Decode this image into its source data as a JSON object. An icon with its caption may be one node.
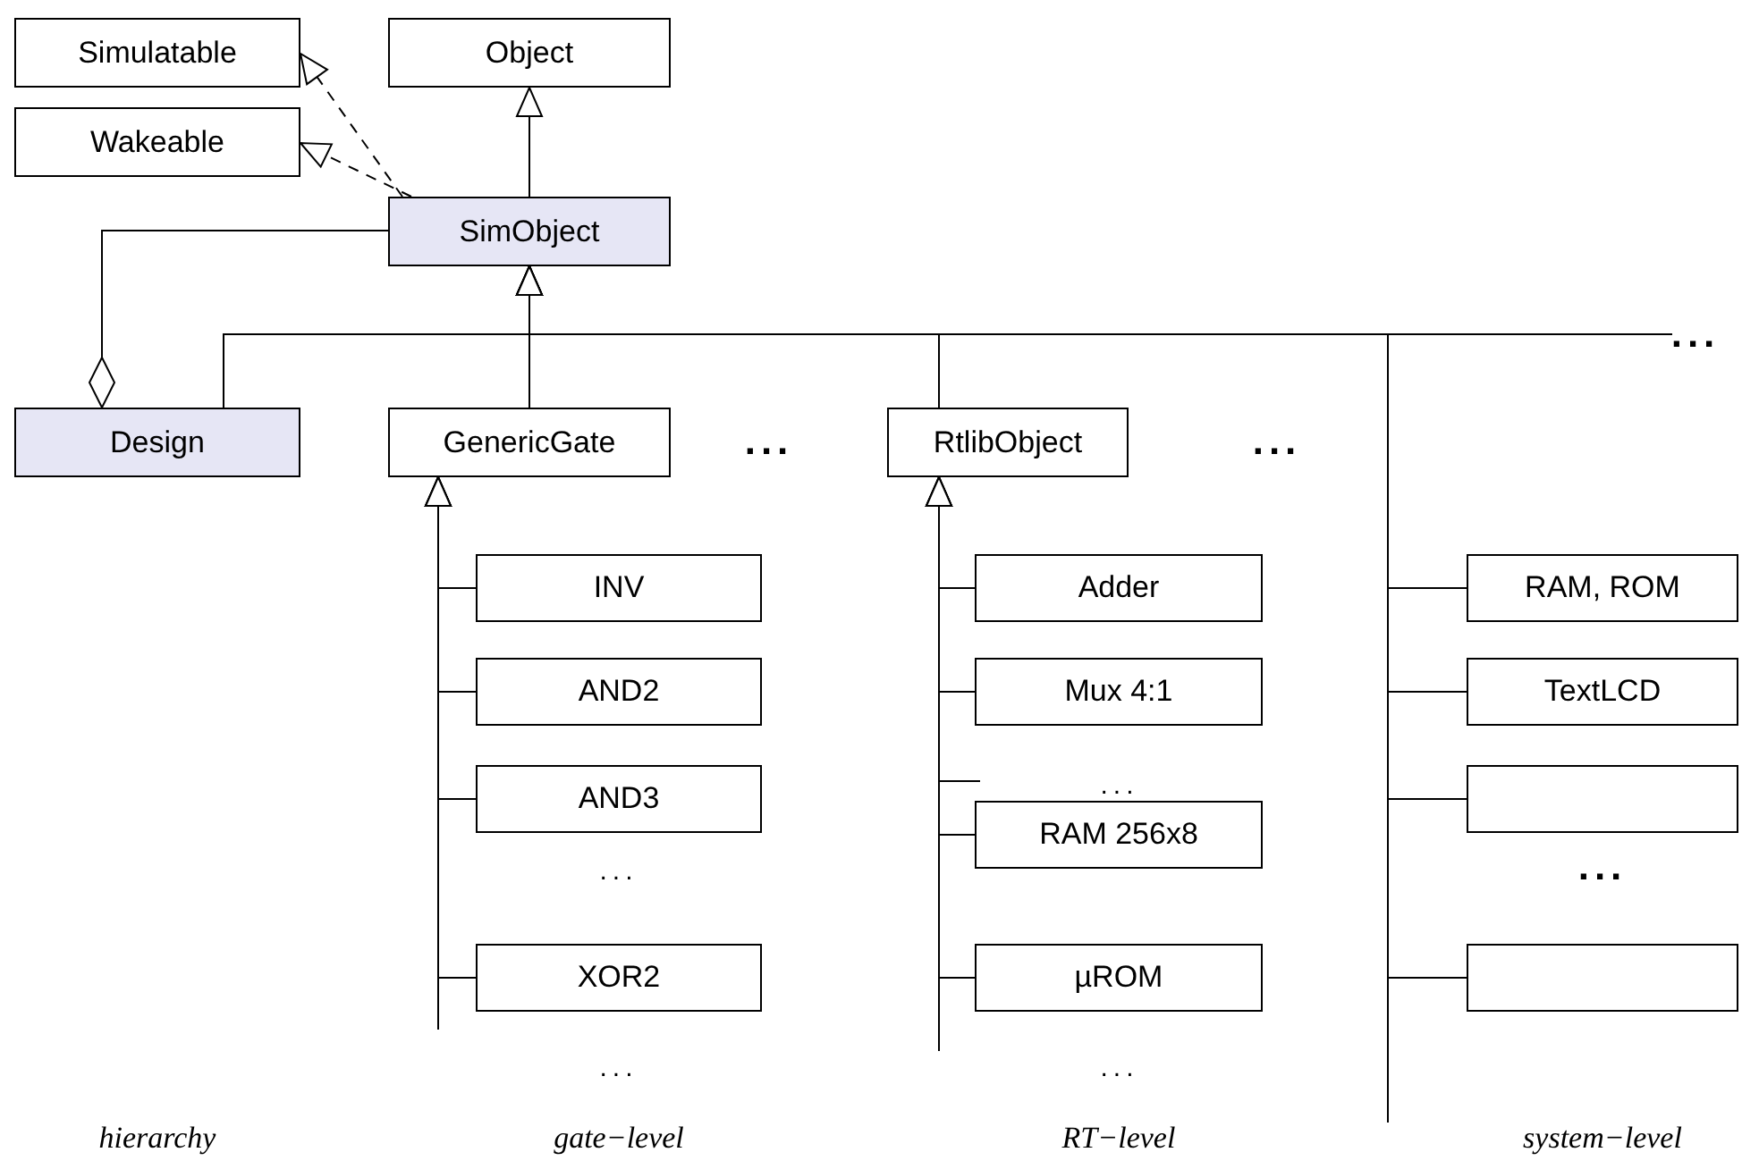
{
  "diagram": {
    "nodes": [
      {
        "text": [
          "Simulatable"
        ]
      },
      {
        "text": [
          "Object"
        ]
      },
      {
        "text": [
          "Wakeable"
        ]
      },
      {
        "text": [
          "SimObject"
        ]
      },
      {
        "text": [
          "Design"
        ]
      },
      {
        "text": [
          "GenericGate"
        ]
      },
      {
        "text": [
          "RtlibObject"
        ]
      },
      {
        "text": [
          "INV"
        ]
      },
      {
        "text": [
          "AND2"
        ]
      },
      {
        "text": [
          "AND3"
        ]
      },
      {
        "text": [
          "XOR2"
        ]
      },
      {
        "text": [
          "Adder"
        ]
      },
      {
        "text": [
          "Mux 4:1"
        ]
      },
      {
        "text": [
          "RAM 256x8"
        ]
      },
      {
        "text": [
          "µROM"
        ]
      },
      {
        "text": [
          "RAM, ROM"
        ]
      },
      {
        "text": [
          "TextLCD"
        ]
      },
      {
        "text": [],
        "shape": "box"
      },
      {
        "text": [],
        "shape": "box"
      }
    ],
    "edges": [
      {
        "from": 3,
        "to": 0,
        "arrow": "to",
        "style": "dashed"
      },
      {
        "from": 3,
        "to": 2,
        "arrow": "to",
        "style": "dashed"
      },
      {
        "from": 3,
        "to": 1,
        "arrow": "to"
      },
      {
        "from": 3,
        "to": 4,
        "arrow": "other"
      },
      {
        "from": 4,
        "to": 3,
        "arrow": "to"
      },
      {
        "from": 5,
        "to": 3,
        "arrow": "to"
      },
      {
        "from": 6,
        "to": 3,
        "arrow": "to"
      },
      {
        "from": 15,
        "to": 3,
        "arrow": "to"
      },
      {
        "from": 16,
        "to": 3,
        "arrow": "to"
      },
      {
        "from": 17,
        "to": 3,
        "arrow": "to"
      },
      {
        "from": 18,
        "to": 3,
        "arrow": "to"
      },
      {
        "from": 7,
        "to": 5,
        "arrow": "to"
      },
      {
        "from": 8,
        "to": 5,
        "arrow": "to"
      },
      {
        "from": 9,
        "to": 5,
        "arrow": "to"
      },
      {
        "from": 10,
        "to": 5,
        "arrow": "to"
      },
      {
        "from": 11,
        "to": 6,
        "arrow": "to"
      },
      {
        "from": 12,
        "to": 6,
        "arrow": "to"
      },
      {
        "from": 13,
        "to": 6,
        "arrow": "to"
      },
      {
        "from": 14,
        "to": 6,
        "arrow": "to"
      }
    ],
    "labels": [
      "...",
      "...",
      "...",
      "...",
      "...",
      "...",
      "...",
      "...",
      "hierarchy",
      "gate−level",
      "RT−level",
      "system−level"
    ]
  }
}
